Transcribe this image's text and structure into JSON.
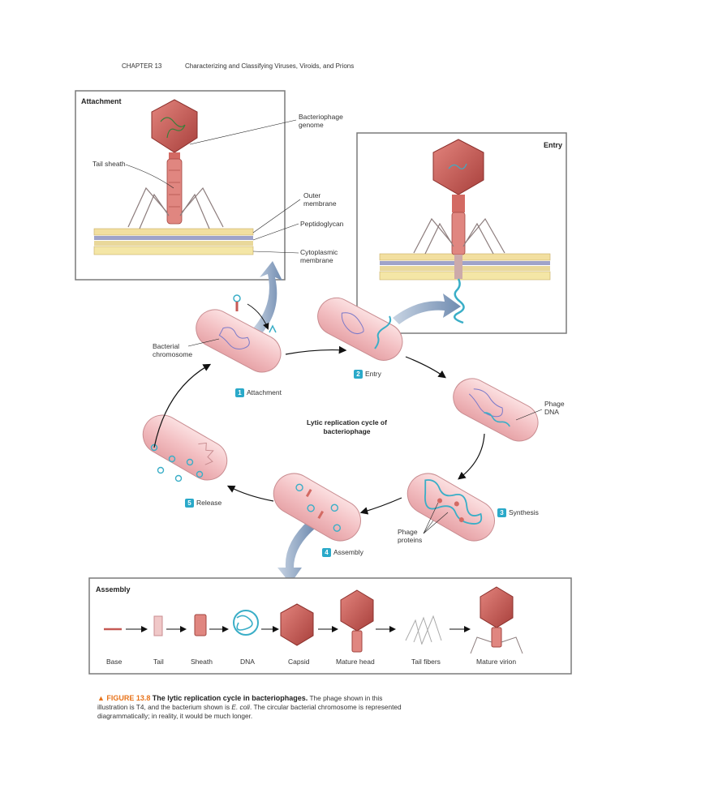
{
  "header": {
    "chapter": "CHAPTER 13",
    "title": "Characterizing and Classifying Viruses, Viroids, and Prions"
  },
  "panels": {
    "attachment": {
      "title": "Attachment",
      "labels": {
        "genome": "Bacteriophage genome",
        "tail_sheath": "Tail sheath",
        "outer_membrane": "Outer membrane",
        "peptidoglycan": "Peptidoglycan",
        "cytoplasmic_membrane": "Cytoplasmic membrane"
      }
    },
    "entry": {
      "title": "Entry"
    },
    "assembly": {
      "title": "Assembly",
      "parts": [
        "Base",
        "Tail",
        "Sheath",
        "DNA",
        "Capsid",
        "Mature head",
        "Tail fibers",
        "Mature virion"
      ]
    }
  },
  "cycle": {
    "title": "Lytic replication cycle of bacteriophage",
    "bacterial_chromosome": "Bacterial chromosome",
    "phage_dna": "Phage DNA",
    "phage_proteins": "Phage proteins",
    "steps": [
      {
        "num": "1",
        "label": "Attachment"
      },
      {
        "num": "2",
        "label": "Entry"
      },
      {
        "num": "3",
        "label": "Synthesis"
      },
      {
        "num": "4",
        "label": "Assembly"
      },
      {
        "num": "5",
        "label": "Release"
      }
    ]
  },
  "caption": {
    "figure": "▲ FIGURE 13.8",
    "title": "The lytic replication cycle in bacteriophages.",
    "text_1": "The phage shown in this illustration is T4, and the bacterium shown is ",
    "text_italic": "E. coli",
    "text_2": ". The circular bacterial chromosome is represented diagrammatically; in reality, it would be much longer."
  },
  "colors": {
    "bacterium": "#f3c2c4",
    "bacterium_edge": "#c98d91",
    "phage": "#c65a55",
    "dna": "#3aaec7",
    "step_badge": "#2aa9c9",
    "arrow": "#111111",
    "big_arrow": "#7b95b5",
    "figure_label": "#e8731a"
  }
}
